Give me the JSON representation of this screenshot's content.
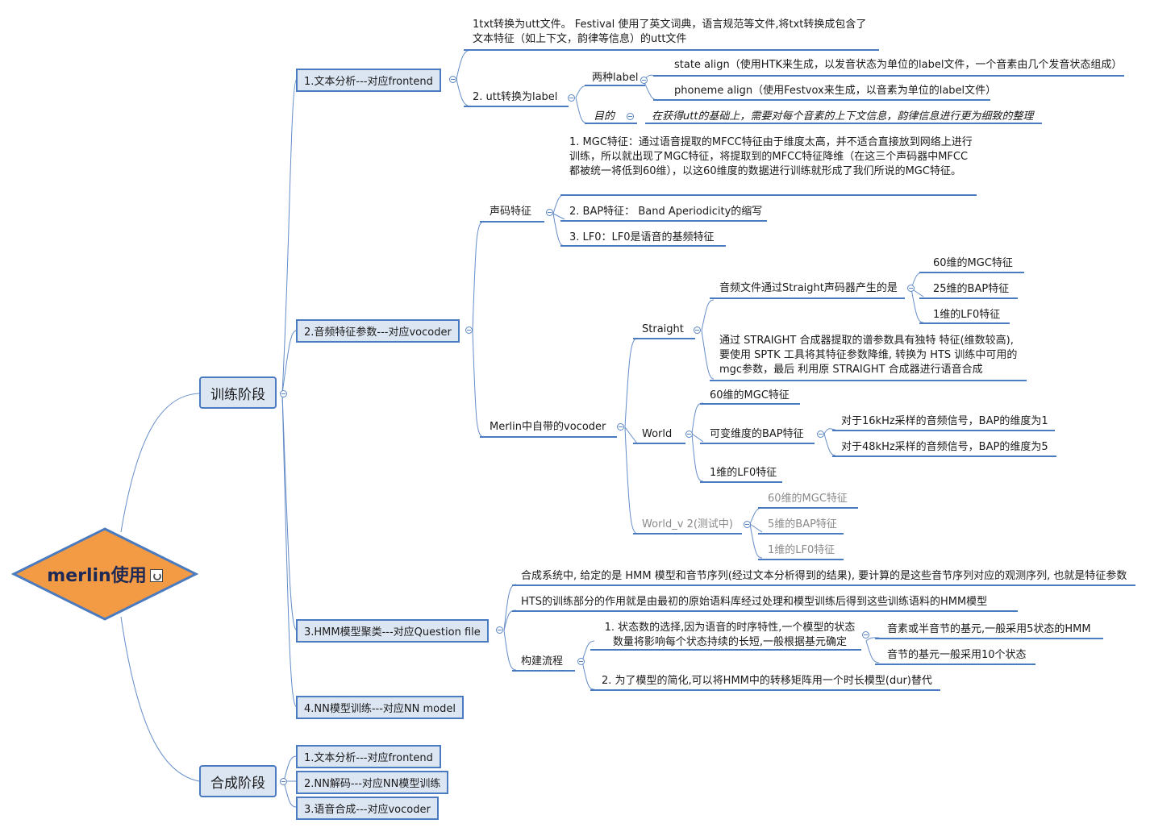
{
  "root": {
    "label": "merlin使用"
  },
  "train": {
    "label": "训练阶段",
    "text_analysis": {
      "label": "1.文本分析---对应frontend",
      "txt_to_utt": "1txt转换为utt文件。   Festival 使用了英文词典，语言规范等文件,将txt转换成包含了 文本特征（如上下文，韵律等信息）的utt文件",
      "utt_to_label": "2. utt转换为label",
      "two_labels": "两种label",
      "state_align": "state align（使用HTK来生成，以发音状态为单位的label文件，一个音素由几个发音状态组成）",
      "phoneme_align": "phoneme align（使用Festvox来生成，以音素为单位的label文件）",
      "purpose": "目的",
      "purpose_text": "在获得utt的基础上，需要对每个音素的上下文信息，韵律信息进行更为细致的整理"
    },
    "audio_params": {
      "label": "2.音频特征参数---对应vocoder",
      "vocoder_features": "声码特征",
      "mgc": "1.  MGC特征：通过语音提取的MFCC特征由于维度太高，并不适合直接放到网络上进行训练，所以就出现了MGC特征，将提取到的MFCC特征降维（在这三个声码器中MFCC都被统一将低到60维），以这60维度的数据进行训练就形成了我们所说的MGC特征。",
      "bap": "2.  BAP特征： Band Aperiodicity的缩写",
      "lf0": "3.  LF0：LF0是语音的基频特征",
      "merlin_vocoder": "Merlin中自带的vocoder",
      "straight": {
        "label": "Straight",
        "produced": "音频文件通过Straight声码器产生的是",
        "items": [
          "60维的MGC特征",
          "25维的BAP特征",
          "1维的LF0特征"
        ],
        "desc": "通过 STRAIGHT 合成器提取的谱参数具有独特 特征(维数较高), 要使用 SPTK 工具将其特征参数降维, 转换为 HTS 训练中可用的 mgc参数，最后 利用原 STRAIGHT 合成器进行语音合成"
      },
      "world": {
        "label": "World",
        "mgc": "60维的MGC特征",
        "bap": "可变维度的BAP特征",
        "bap_16k": "对于16kHz采样的音频信号，BAP的维度为1",
        "bap_48k": "对于48kHz采样的音频信号，BAP的维度为5",
        "lf0": "1维的LF0特征"
      },
      "world_v2": {
        "label": "World_v 2(测试中)",
        "items": [
          "60维的MGC特征",
          "5维的BAP特征",
          "1维的LF0特征"
        ]
      }
    },
    "hmm": {
      "label": "3.HMM模型聚类---对应Question file",
      "synthesis": "合成系统中, 给定的是 HMM 模型和音节序列(经过文本分析得到的结果), 要计算的是这些音节序列对应的观测序列, 也就是特征参数",
      "training": "HTS的训练部分的作用就是由最初的原始语料库经过处理和模型训练后得到这些训练语料的HMM模型",
      "build": "构建流程",
      "step1": "1. 状态数的选择,因为语音的时序特性,一个模型的状态数量将影响每个状态持续的长短,一般根据基元确定",
      "phoneme": "音素或半音节的基元,一般采用5状态的HMM",
      "syllable": "音节的基元一般采用10个状态",
      "step2": "2. 为了模型的简化,可以将HMM中的转移矩阵用一个时长模型(dur)替代"
    },
    "nn": {
      "label": "4.NN模型训练---对应NN model"
    }
  },
  "synth": {
    "label": "合成阶段",
    "items": [
      "1.文本分析---对应frontend",
      "2.NN解码---对应NN模型训练",
      "3.语音合成---对应vocoder"
    ]
  },
  "colors": {
    "line": "#4a7abf",
    "box_fill": "#dce6f3",
    "root_fill": "#f39a44",
    "root_border": "#4a7abf"
  }
}
